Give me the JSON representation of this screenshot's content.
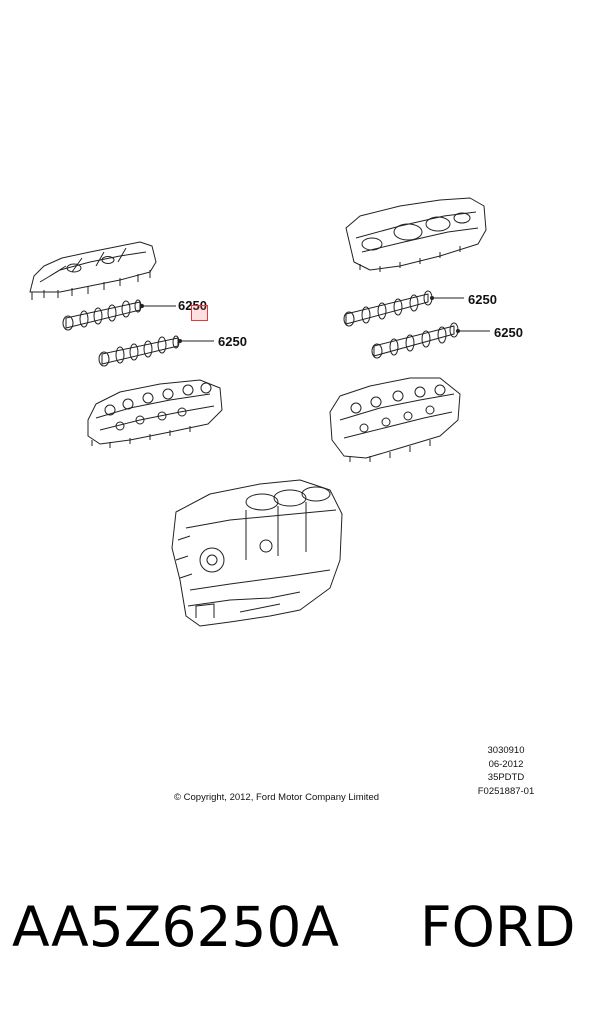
{
  "diagram": {
    "callouts": [
      {
        "id": "upper-left-camshaft",
        "label": "6250"
      },
      {
        "id": "lower-left-camshaft",
        "label": "6250"
      },
      {
        "id": "upper-right-camshaft",
        "label": "6250"
      },
      {
        "id": "lower-right-camshaft",
        "label": "6250"
      }
    ],
    "highlight_color": "#e23b3b",
    "info_block": [
      "3030910",
      "06-2012",
      "35PDTD",
      "F0251887-01"
    ],
    "copyright": "© Copyright, 2012, Ford Motor Company Limited"
  },
  "footer": {
    "part_number": "AA5Z6250A",
    "brand": "FORD"
  }
}
